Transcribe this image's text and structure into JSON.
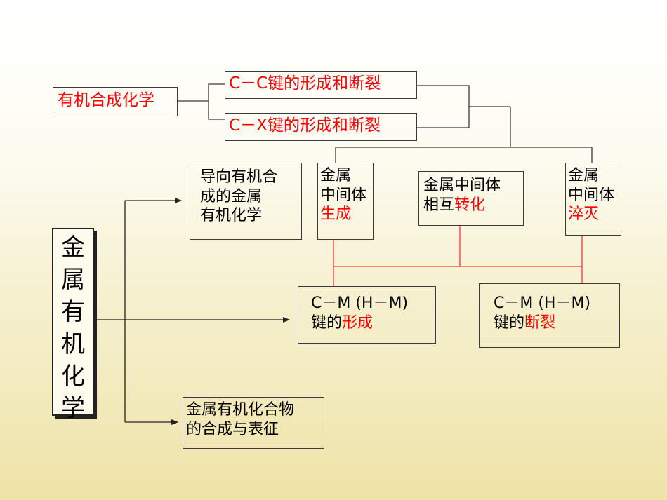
{
  "top_section": {
    "root_label": "有机合成化学",
    "cc_bond_label": "C－C键的形成和断裂",
    "cx_bond_label": "C－X键的形成和断裂"
  },
  "main_title_chars": [
    "金",
    "属",
    "有",
    "机",
    "化",
    "学"
  ],
  "directed_chem": {
    "lines": [
      "导向有机合",
      "成的金属",
      "有机化学"
    ]
  },
  "intermediate_gen": {
    "line1": "金属",
    "line2": "中间体",
    "line3": "生成"
  },
  "intermediate_conv": {
    "line1": "金属中间体",
    "line2_prefix": "相互",
    "line2_red": "转化"
  },
  "intermediate_quench": {
    "line1": "金属",
    "line2": "中间体",
    "line3": "淬灭"
  },
  "cm_formation": {
    "line1": "C－M (H－M)",
    "line2_prefix": "键的",
    "line2_red": "形成"
  },
  "cm_cleavage": {
    "line1": "C－M (H－M)",
    "line2_prefix": "键的",
    "line2_red": "断裂"
  },
  "synthesis_char": {
    "lines": [
      "金属有机化合物",
      "的合成与表征"
    ]
  },
  "colors": {
    "red": "#ff0000",
    "line": "#3a3a3a"
  }
}
